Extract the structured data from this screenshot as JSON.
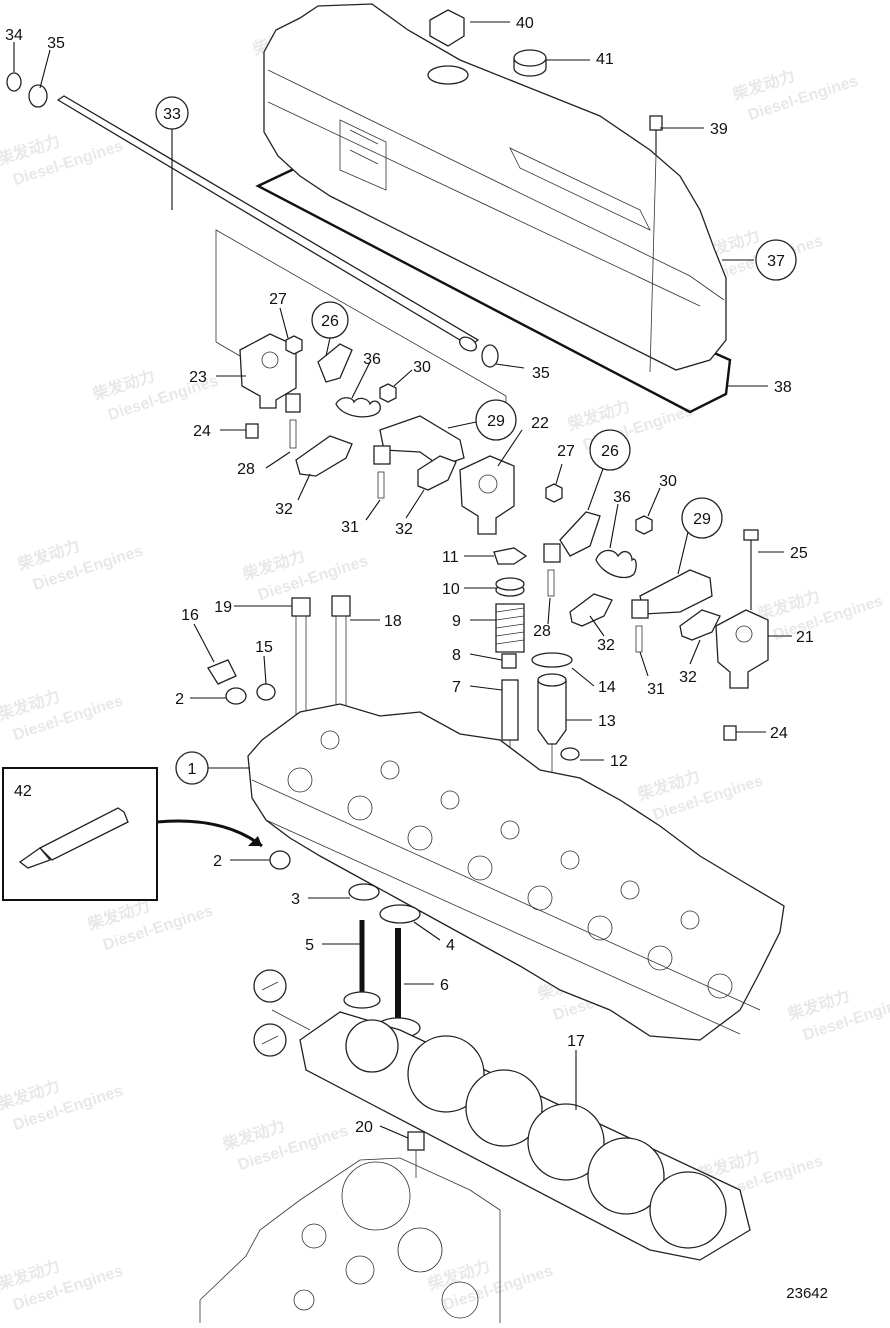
{
  "diagram": {
    "drawing_number": "23642",
    "watermark": {
      "brand": "柴发动力",
      "sub": "Diesel-Engines"
    },
    "callouts": [
      {
        "id": "c34",
        "label": "34",
        "circled": false
      },
      {
        "id": "c35a",
        "label": "35",
        "circled": false
      },
      {
        "id": "c33",
        "label": "33",
        "circled": true
      },
      {
        "id": "c40",
        "label": "40",
        "circled": false
      },
      {
        "id": "c41",
        "label": "41",
        "circled": false
      },
      {
        "id": "c39",
        "label": "39",
        "circled": false
      },
      {
        "id": "c37",
        "label": "37",
        "circled": true
      },
      {
        "id": "c38",
        "label": "38",
        "circled": false
      },
      {
        "id": "c35b",
        "label": "35",
        "circled": false
      },
      {
        "id": "c27a",
        "label": "27",
        "circled": false
      },
      {
        "id": "c26a",
        "label": "26",
        "circled": true
      },
      {
        "id": "c23",
        "label": "23",
        "circled": false
      },
      {
        "id": "c36a",
        "label": "36",
        "circled": false
      },
      {
        "id": "c30a",
        "label": "30",
        "circled": false
      },
      {
        "id": "c24a",
        "label": "24",
        "circled": false
      },
      {
        "id": "c28a",
        "label": "28",
        "circled": false
      },
      {
        "id": "c29a",
        "label": "29",
        "circled": true
      },
      {
        "id": "c22",
        "label": "22",
        "circled": false
      },
      {
        "id": "c32a",
        "label": "32",
        "circled": false
      },
      {
        "id": "c31a",
        "label": "31",
        "circled": false
      },
      {
        "id": "c32b",
        "label": "32",
        "circled": false
      },
      {
        "id": "c27b",
        "label": "27",
        "circled": false
      },
      {
        "id": "c26b",
        "label": "26",
        "circled": true
      },
      {
        "id": "c30b",
        "label": "30",
        "circled": false
      },
      {
        "id": "c36b",
        "label": "36",
        "circled": false
      },
      {
        "id": "c29b",
        "label": "29",
        "circled": true
      },
      {
        "id": "c25",
        "label": "25",
        "circled": false
      },
      {
        "id": "c11",
        "label": "11",
        "circled": false
      },
      {
        "id": "c10",
        "label": "10",
        "circled": false
      },
      {
        "id": "c9",
        "label": "9",
        "circled": false
      },
      {
        "id": "c8",
        "label": "8",
        "circled": false
      },
      {
        "id": "c7",
        "label": "7",
        "circled": false
      },
      {
        "id": "c28b",
        "label": "28",
        "circled": false
      },
      {
        "id": "c32c",
        "label": "32",
        "circled": false
      },
      {
        "id": "c21",
        "label": "21",
        "circled": false
      },
      {
        "id": "c31b",
        "label": "31",
        "circled": false
      },
      {
        "id": "c32d",
        "label": "32",
        "circled": false
      },
      {
        "id": "c24b",
        "label": "24",
        "circled": false
      },
      {
        "id": "c16",
        "label": "16",
        "circled": false
      },
      {
        "id": "c19",
        "label": "19",
        "circled": false
      },
      {
        "id": "c18",
        "label": "18",
        "circled": false
      },
      {
        "id": "c15",
        "label": "15",
        "circled": false
      },
      {
        "id": "c2a",
        "label": "2",
        "circled": false
      },
      {
        "id": "c14",
        "label": "14",
        "circled": false
      },
      {
        "id": "c13",
        "label": "13",
        "circled": false
      },
      {
        "id": "c12",
        "label": "12",
        "circled": false
      },
      {
        "id": "c1",
        "label": "1",
        "circled": true
      },
      {
        "id": "c42",
        "label": "42",
        "circled": false
      },
      {
        "id": "c2b",
        "label": "2",
        "circled": false
      },
      {
        "id": "c3",
        "label": "3",
        "circled": false
      },
      {
        "id": "c4",
        "label": "4",
        "circled": false
      },
      {
        "id": "c5",
        "label": "5",
        "circled": false
      },
      {
        "id": "c6",
        "label": "6",
        "circled": false
      },
      {
        "id": "c17",
        "label": "17",
        "circled": false
      },
      {
        "id": "c20",
        "label": "20",
        "circled": false
      }
    ]
  }
}
